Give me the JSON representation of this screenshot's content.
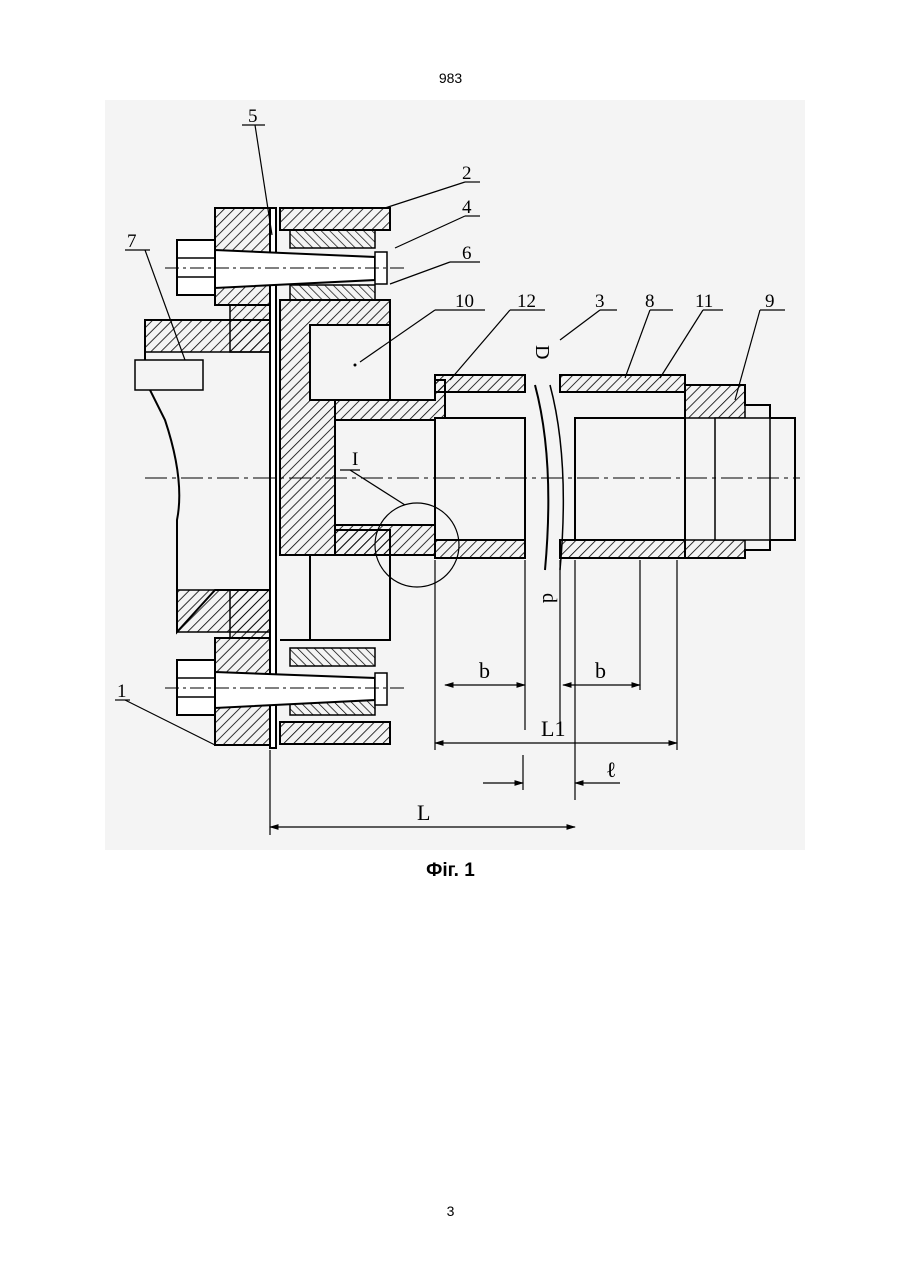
{
  "page": {
    "header_number": "983",
    "caption": "Фіг. 1",
    "footer_number": "3"
  },
  "callouts": [
    {
      "id": "1",
      "label": "1"
    },
    {
      "id": "2",
      "label": "2"
    },
    {
      "id": "3",
      "label": "3"
    },
    {
      "id": "4",
      "label": "4"
    },
    {
      "id": "5",
      "label": "5"
    },
    {
      "id": "6",
      "label": "6"
    },
    {
      "id": "7",
      "label": "7"
    },
    {
      "id": "8",
      "label": "8"
    },
    {
      "id": "9",
      "label": "9"
    },
    {
      "id": "10",
      "label": "10"
    },
    {
      "id": "11",
      "label": "11"
    },
    {
      "id": "12",
      "label": "12"
    },
    {
      "id": "I",
      "label": "I"
    }
  ],
  "dimensions": {
    "D": "D",
    "d": "d",
    "b_left": "b",
    "b_right": "b",
    "L1": "L1",
    "l": "ℓ",
    "L": "L"
  }
}
